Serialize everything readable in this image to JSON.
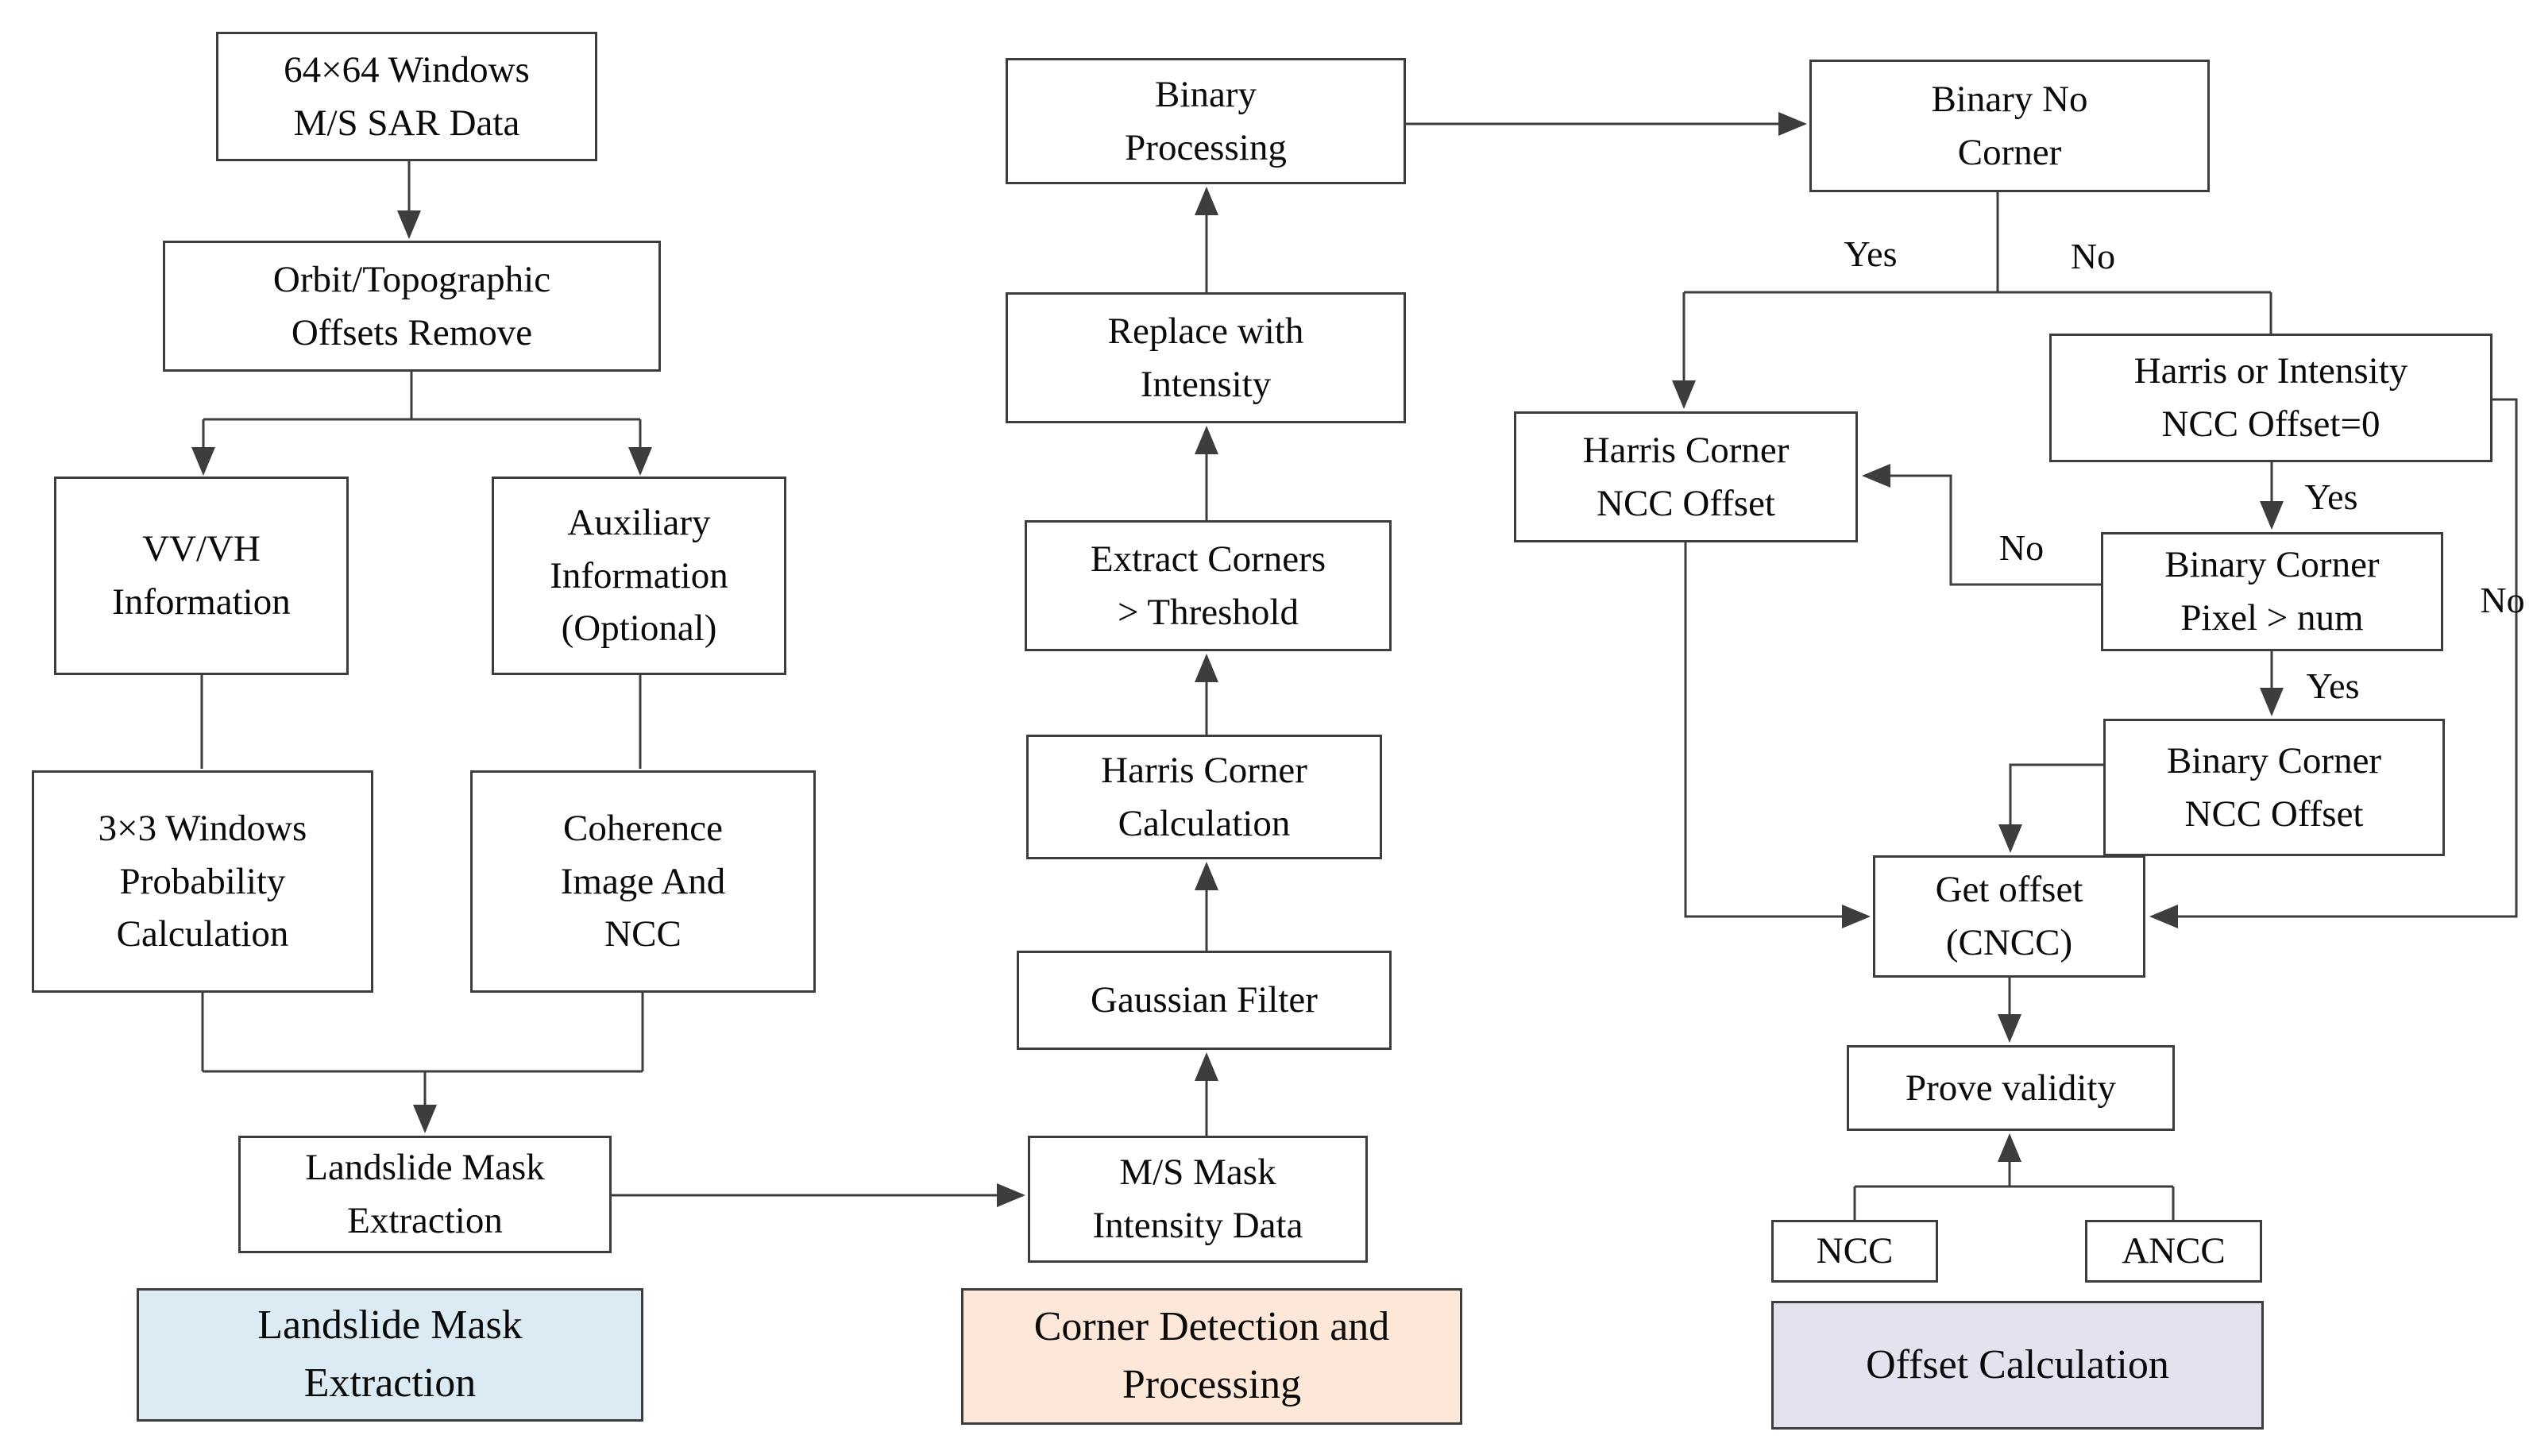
{
  "flowchart": {
    "nodes": {
      "sar_data": "64×64 Windows\nM/S SAR Data",
      "orbit": "Orbit/Topographic\nOffsets Remove",
      "vvvh": "VV/VH\nInformation",
      "auxiliary": "Auxiliary\nInformation\n(Optional)",
      "windows3x3": "3×3 Windows\nProbability\nCalculation",
      "coherence": "Coherence\nImage And\nNCC",
      "mask_extraction": "Landslide Mask\nExtraction",
      "ms_mask": "M/S Mask\nIntensity Data",
      "gaussian": "Gaussian Filter",
      "harris_calc": "Harris Corner\nCalculation",
      "extract_corners": "Extract Corners\n> Threshold",
      "replace_intensity": "Replace with\nIntensity",
      "binary_processing": "Binary\nProcessing",
      "binary_no_corner": "Binary No\nCorner",
      "harris_ncc_offset": "Harris Corner\nNCC Offset",
      "harris_or_intensity": "Harris or Intensity\nNCC Offset=0",
      "binary_corner_pixel": "Binary Corner\nPixel > num",
      "binary_corner_ncc": "Binary Corner\nNCC Offset",
      "get_offset": "Get offset\n(CNCC)",
      "prove_validity": "Prove validity",
      "ncc": "NCC",
      "ancc": "ANCC"
    },
    "branch_labels": {
      "bnc_yes": "Yes",
      "bnc_no": "No",
      "hoi_yes": "Yes",
      "hoi_no": "No",
      "pixel_no": "No",
      "pixel_yes": "Yes"
    },
    "stages": {
      "landslide": {
        "title": "Landslide Mask\nExtraction",
        "color": "#dcebf3"
      },
      "corner": {
        "title": "Corner Detection and\nProcessing",
        "color": "#fce7d8"
      },
      "offset": {
        "title": "Offset Calculation",
        "color": "#e5e1ef"
      }
    }
  }
}
